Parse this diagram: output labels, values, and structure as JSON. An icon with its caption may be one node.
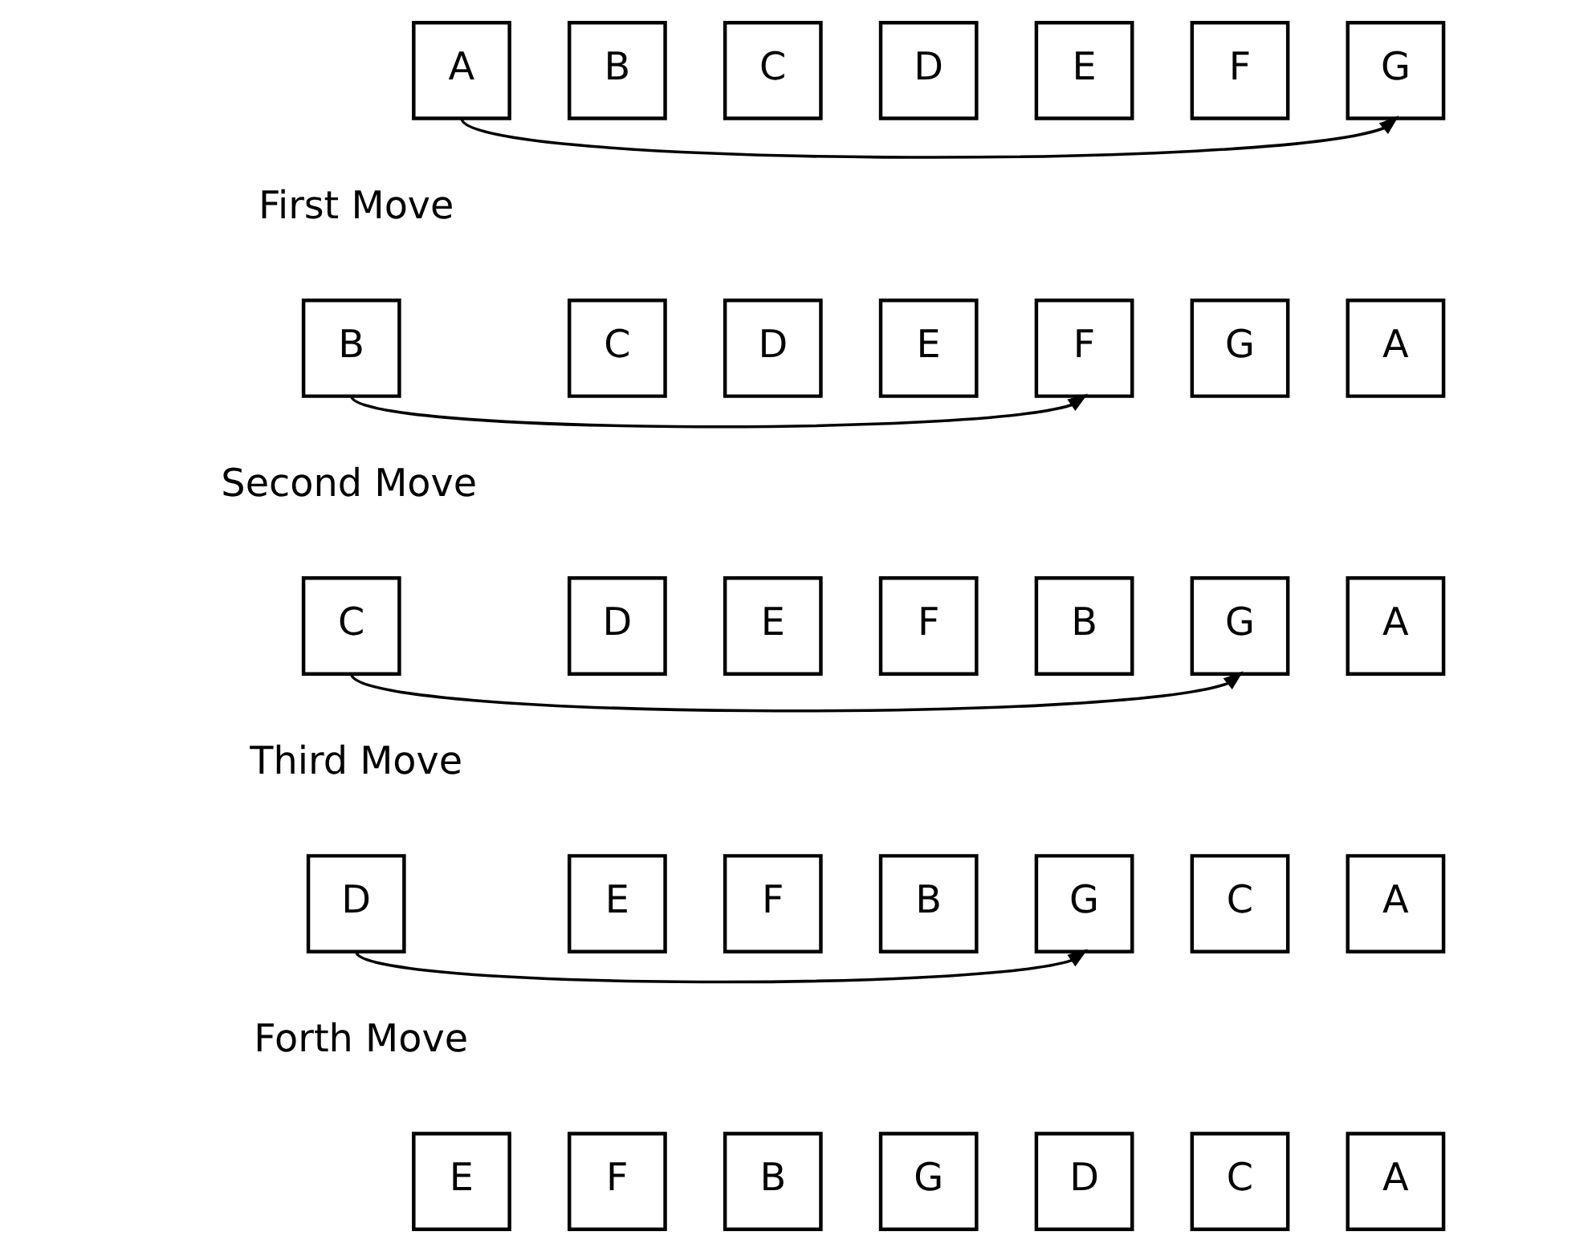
{
  "diagram": {
    "nodes": [
      {
        "text": [
          "A"
        ]
      },
      {
        "text": [
          "B"
        ]
      },
      {
        "text": [
          "C"
        ]
      },
      {
        "text": [
          "D"
        ]
      },
      {
        "text": [
          "E"
        ]
      },
      {
        "text": [
          "F"
        ]
      },
      {
        "text": [
          "G"
        ]
      },
      {
        "text": [
          "B"
        ]
      },
      {
        "text": [
          "C"
        ]
      },
      {
        "text": [
          "D"
        ]
      },
      {
        "text": [
          "E"
        ]
      },
      {
        "text": [
          "F"
        ]
      },
      {
        "text": [
          "G"
        ]
      },
      {
        "text": [
          "A"
        ]
      },
      {
        "text": [
          "C"
        ]
      },
      {
        "text": [
          "D"
        ]
      },
      {
        "text": [
          "E"
        ]
      },
      {
        "text": [
          "F"
        ]
      },
      {
        "text": [
          "B"
        ]
      },
      {
        "text": [
          "G"
        ]
      },
      {
        "text": [
          "A"
        ]
      },
      {
        "text": [
          "D"
        ]
      },
      {
        "text": [
          "E"
        ]
      },
      {
        "text": [
          "F"
        ]
      },
      {
        "text": [
          "B"
        ]
      },
      {
        "text": [
          "G"
        ]
      },
      {
        "text": [
          "C"
        ]
      },
      {
        "text": [
          "A"
        ]
      },
      {
        "text": [
          "E"
        ]
      },
      {
        "text": [
          "F"
        ]
      },
      {
        "text": [
          "B"
        ]
      },
      {
        "text": [
          "G"
        ]
      },
      {
        "text": [
          "D"
        ]
      },
      {
        "text": [
          "C"
        ]
      },
      {
        "text": [
          "A"
        ]
      }
    ],
    "edges": [
      {
        "from": 0,
        "to": 6,
        "arrow": "to"
      },
      {
        "from": 7,
        "to": 11,
        "arrow": "to"
      },
      {
        "from": 14,
        "to": 19,
        "arrow": "to"
      },
      {
        "from": 21,
        "to": 25,
        "arrow": "to"
      }
    ],
    "labels": [
      "First Move",
      "Second Move",
      "Third Move",
      "Forth Move"
    ]
  }
}
